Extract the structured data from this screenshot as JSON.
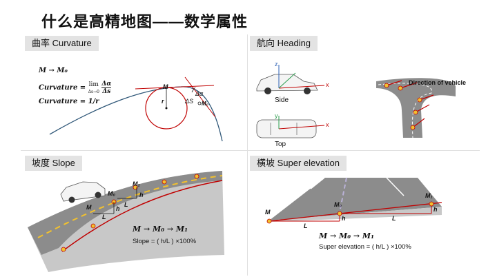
{
  "page": {
    "title": "什么是高精地图——数学属性"
  },
  "sections": {
    "curvature": {
      "label": "曲率 Curvature",
      "line1": "M → M₀",
      "line2_lhs": "Curvature =",
      "line2_lim": "lim",
      "line2_sub": "Δs→0",
      "line2_num": "Δα",
      "line2_den": "Δs",
      "line3": "Curvature = 1/r",
      "labels": {
        "m": "M",
        "m0": "M₀",
        "r": "r",
        "alpha": "Δα",
        "s": "ΔS"
      }
    },
    "heading": {
      "label": "航向 Heading",
      "side": "Side",
      "top": "Top",
      "direction": "Direction of vehicle",
      "axes": {
        "z": "z",
        "x": "x",
        "y": "y"
      }
    },
    "slope": {
      "label": "坡度 Slope",
      "formula": "M → M₀ → M₁",
      "expr": "Slope = ( h/L ) ×100%",
      "labels": {
        "m": "M",
        "m0": "M₀",
        "m1": "M₁",
        "h": "h",
        "l": "L"
      }
    },
    "super": {
      "label": "横坡 Super elevation",
      "formula": "M → M₀ → M₁",
      "expr": "Super elevation = ( h/L ) ×100%",
      "labels": {
        "m": "M",
        "m0": "M₀",
        "m1": "M₁",
        "h": "h",
        "l": "L"
      }
    }
  },
  "colors": {
    "red": "#c00000",
    "road": "#8c8c8c",
    "marker": "#f2c12e",
    "green": "#2e9e4f",
    "blue": "#2b5fb4"
  }
}
